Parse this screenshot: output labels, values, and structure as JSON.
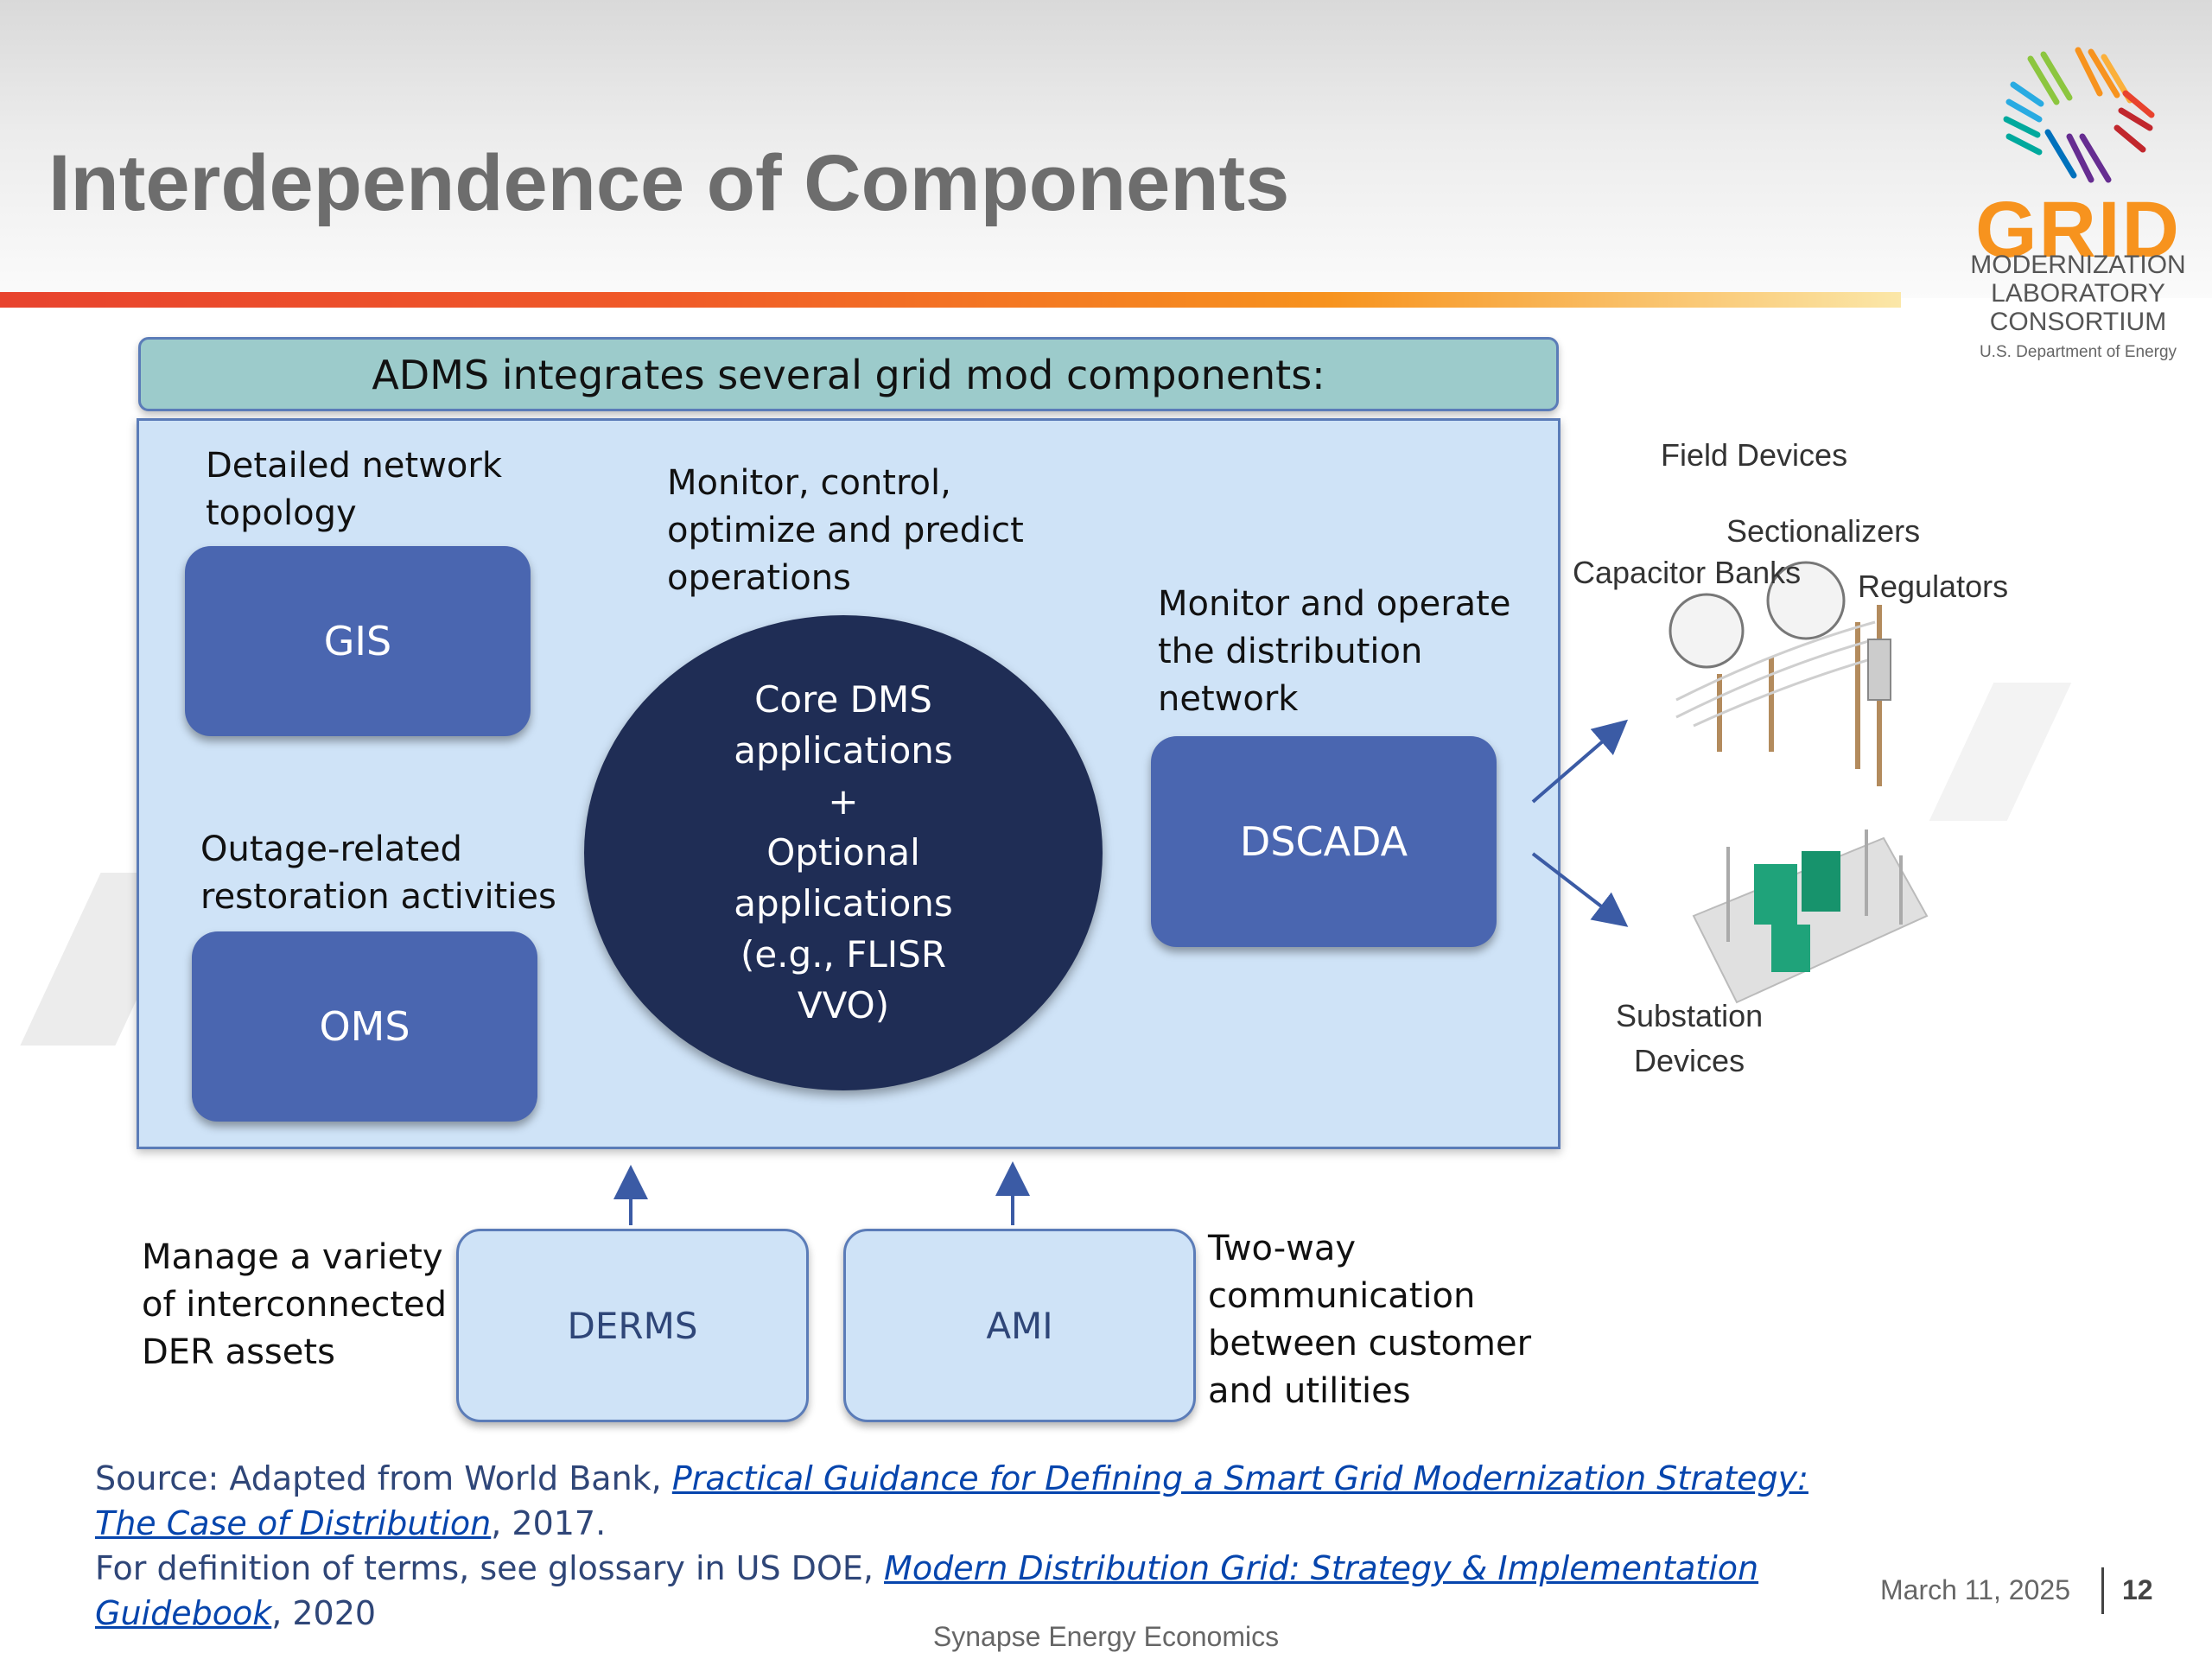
{
  "slide": {
    "title": "Interdependence of Components"
  },
  "logo": {
    "word": "GRID",
    "line1": "MODERNIZATION",
    "line2": "LABORATORY",
    "line3": "CONSORTIUM",
    "line4": "U.S. Department of Energy",
    "colors": [
      "#8cc63f",
      "#f7931e",
      "#e8432e",
      "#c1272d",
      "#662d91",
      "#0071bc",
      "#29abe2",
      "#00a99d"
    ]
  },
  "diagram": {
    "header": "ADMS integrates several grid mod components:",
    "gis": {
      "caption_line1": "Detailed network",
      "caption_line2": "topology",
      "label": "GIS"
    },
    "oms": {
      "caption_line1": "Outage-related",
      "caption_line2": "restoration activities",
      "label": "OMS"
    },
    "core": {
      "caption_line1": "Monitor, control,",
      "caption_line2": "optimize and predict",
      "caption_line3": "operations",
      "line1": "Core DMS",
      "line2": "applications",
      "line3": "+",
      "line4": "Optional",
      "line5": "applications",
      "line6": "(e.g., FLISR",
      "line7": "VVO)"
    },
    "dscada": {
      "caption_line1": "Monitor and operate",
      "caption_line2": "the distribution",
      "caption_line3": "network",
      "label": "DSCADA"
    },
    "derms": {
      "caption_line1": "Manage a variety",
      "caption_line2": "of interconnected",
      "caption_line3": "DER assets",
      "label": "DERMS"
    },
    "ami": {
      "caption_line1": "Two-way",
      "caption_line2": "communication",
      "caption_line3": "between customer",
      "caption_line4": "and utilities",
      "label": "AMI"
    },
    "field_devices": {
      "title": "Field Devices",
      "sectionalizers": "Sectionalizers",
      "capacitor_banks": "Capacitor Banks",
      "regulators": "Regulators",
      "substation_line1": "Substation",
      "substation_line2": "Devices"
    }
  },
  "source": {
    "prefix": "Source: Adapted from World Bank, ",
    "link1": "Practical Guidance for Defining a Smart Grid Modernization Strategy: The Case of Distribution",
    "suffix1": ", 2017.",
    "prefix2": "For definition of terms, see glossary in US DOE, ",
    "link2": "Modern Distribution Grid: Strategy & Implementation Guidebook",
    "suffix2": ", 2020"
  },
  "footer": {
    "organization": "Synapse Energy Economics",
    "date": "March 11, 2025",
    "page_number": "12"
  }
}
